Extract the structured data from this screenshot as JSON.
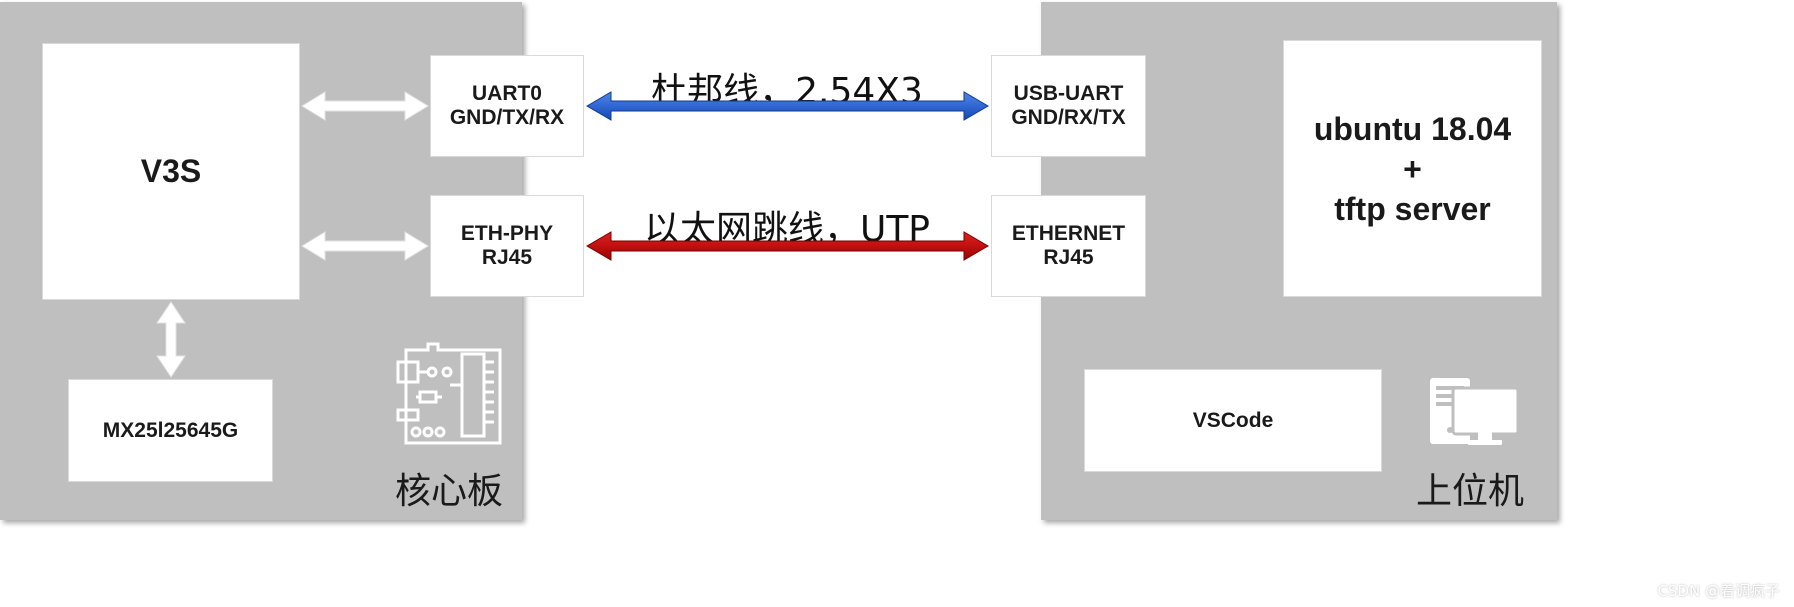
{
  "left_panel": {
    "caption": "核心板",
    "soc": "V3S",
    "flash": "MX25l25645G",
    "uart": {
      "line1": "UART0",
      "line2": "GND/TX/RX"
    },
    "eth": {
      "line1": "ETH-PHY",
      "line2": "RJ45"
    },
    "icon": "circuit-board-icon"
  },
  "right_panel": {
    "caption": "上位机",
    "os": {
      "line1": "ubuntu 18.04",
      "line2": "+",
      "line3": "tftp server"
    },
    "editor": "VSCode",
    "uart": {
      "line1": "USB-UART",
      "line2": "GND/RX/TX"
    },
    "eth": {
      "line1": "ETHERNET",
      "line2": "RJ45"
    },
    "icon": "desktop-computer-icon"
  },
  "links": {
    "uart_label": "杜邦线，2.54X3",
    "eth_label": "以太网跳线，UTP",
    "uart_color": "#1f5fd6",
    "eth_color": "#c00000"
  },
  "watermark": "CSDN @着调疯子"
}
